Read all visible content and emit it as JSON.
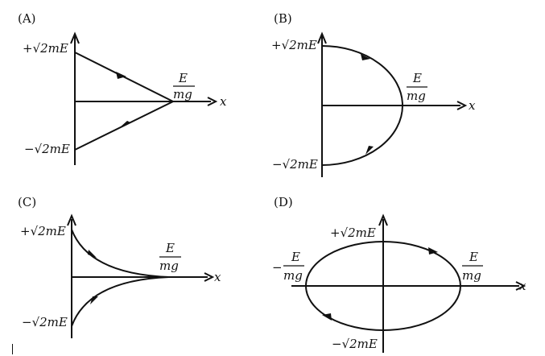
{
  "options": {
    "a": "(A)",
    "b": "(B)",
    "c": "(C)",
    "d": "(D)"
  },
  "labels": {
    "x_axis": "x",
    "plus_p": "+√2mE",
    "minus_p": "−√2mE",
    "frac_num": "E",
    "frac_den": "mg",
    "minus_sign": "−"
  }
}
